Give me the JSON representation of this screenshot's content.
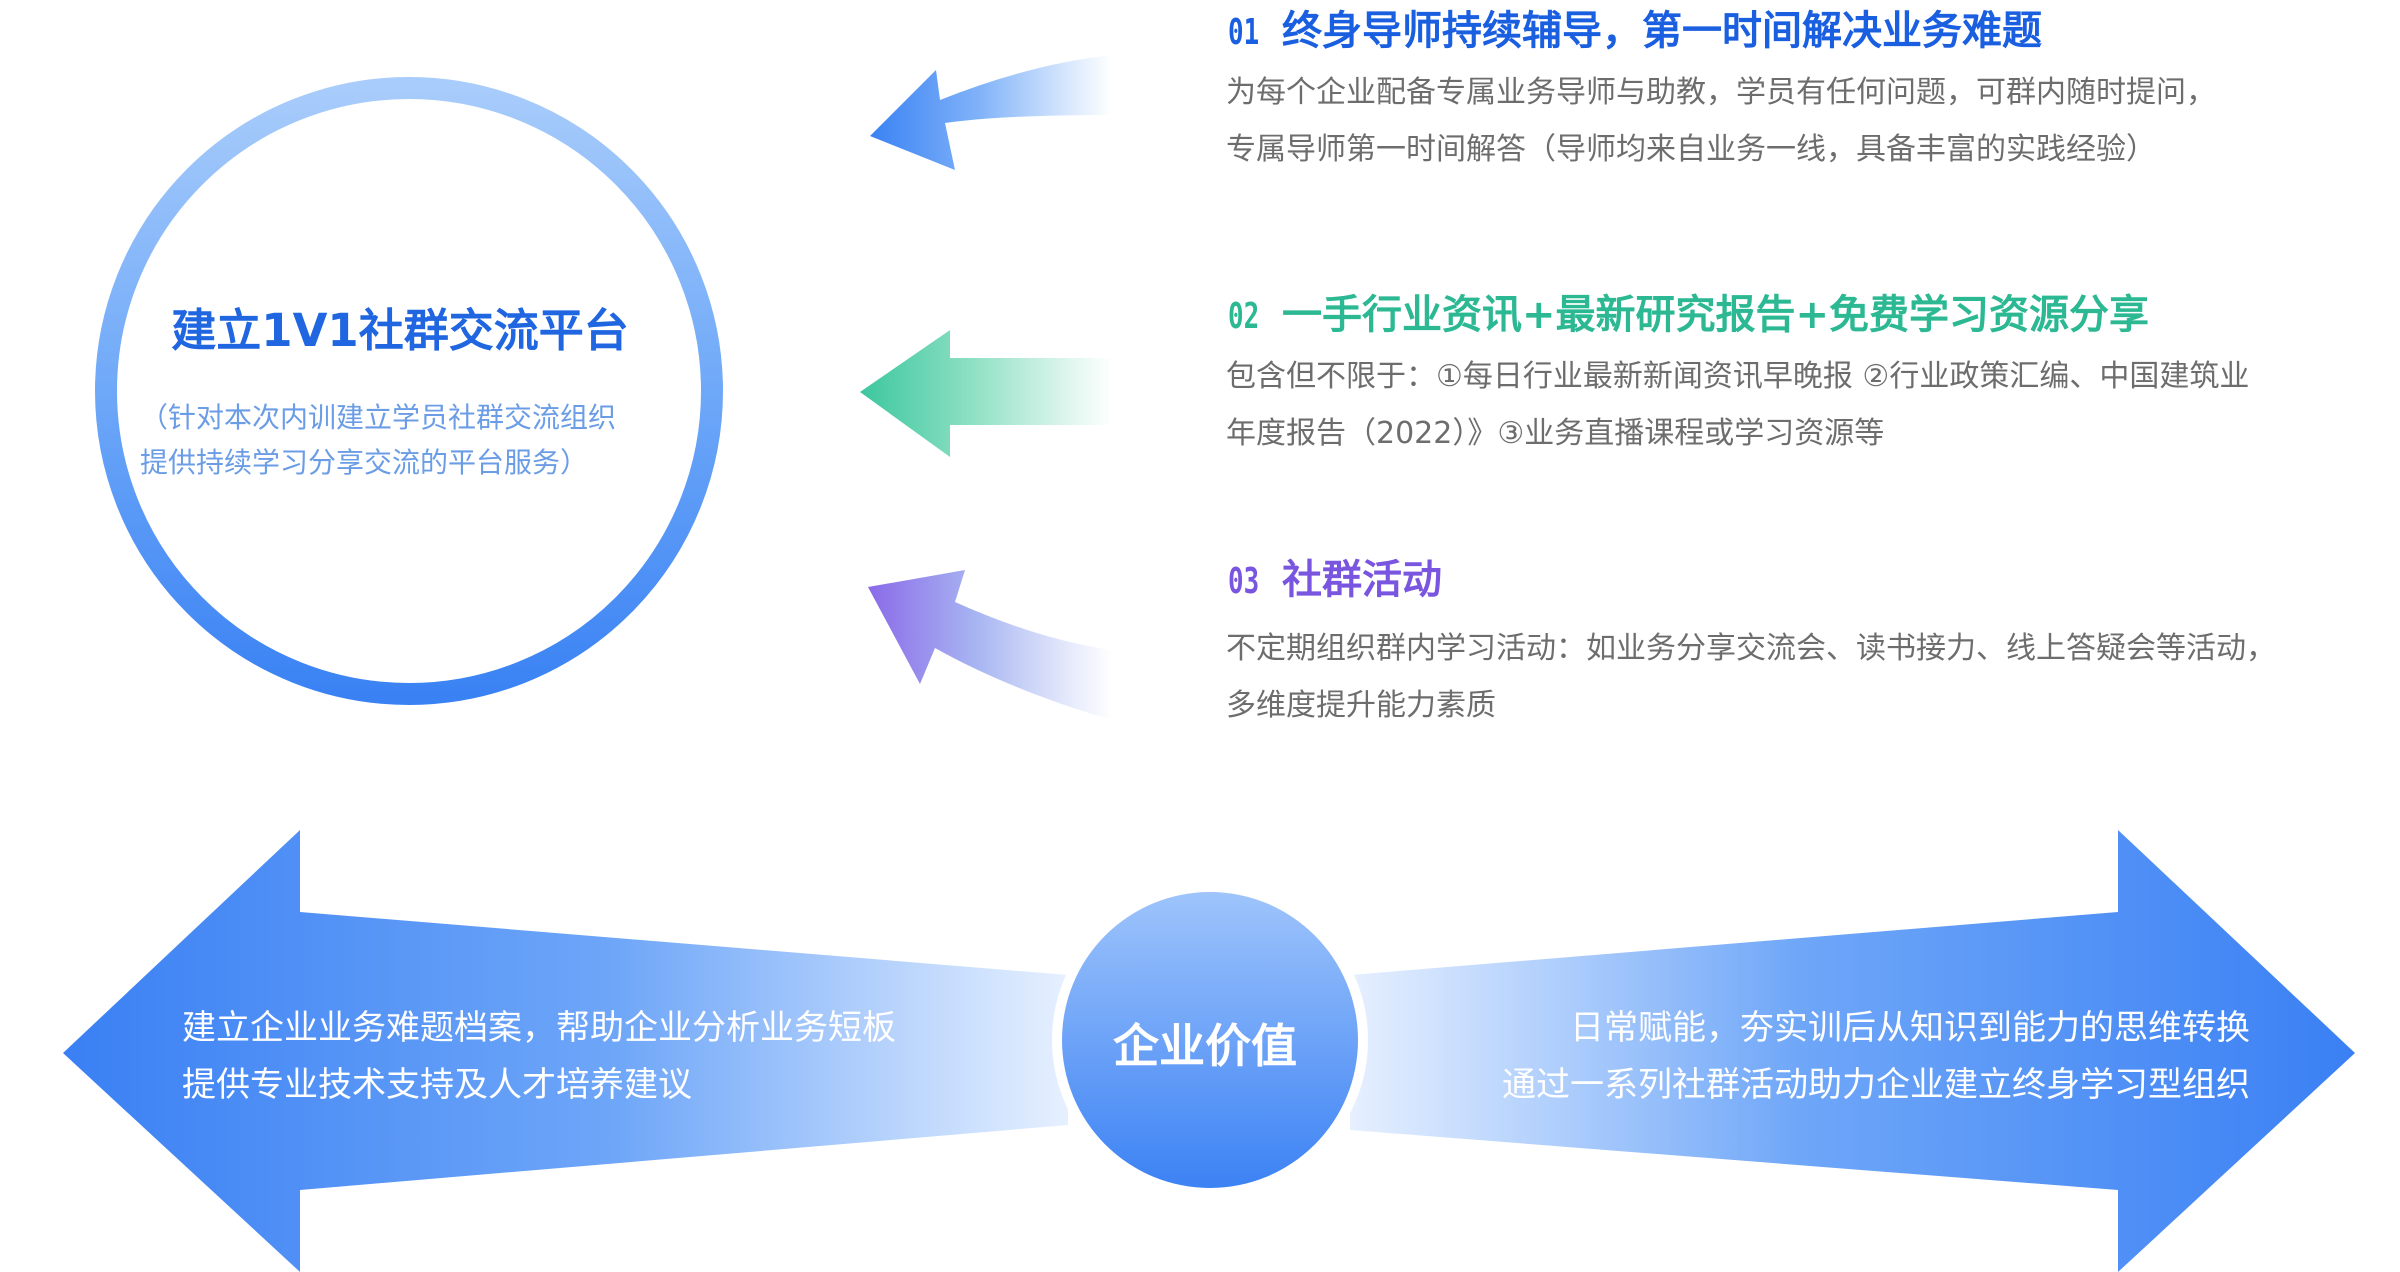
{
  "colors": {
    "feature1": "#1a5fe0",
    "feature2": "#2bb892",
    "feature3": "#7a55e0",
    "ring": "#4a8cf5",
    "arrow_blue": "#3f86f6"
  },
  "hub": {
    "title": "建立1V1社群交流平台",
    "subtitle_lines": [
      "（针对本次内训建立学员社群交流组织",
      "提供持续学习分享交流的平台服务）"
    ]
  },
  "features": [
    {
      "number": "01",
      "title": "终身导师持续辅导，第一时间解决业务难题",
      "desc_lines": [
        "为每个企业配备专属业务导师与助教，学员有任何问题，可群内随时提问，",
        "专属导师第一时间解答（导师均来自业务一线，具备丰富的实践经验）"
      ]
    },
    {
      "number": "02",
      "title": "一手行业资讯+最新研究报告+免费学习资源分享",
      "desc_lines": [
        "包含但不限于：①每日行业最新新闻资讯早晚报  ②行业政策汇编、中国建筑业",
        "年度报告（2022）》③业务直播课程或学习资源等"
      ]
    },
    {
      "number": "03",
      "title": "社群活动",
      "desc_lines": [
        "不定期组织群内学习活动：如业务分享交流会、读书接力、线上答疑会等活动，",
        "多维度提升能力素质"
      ]
    }
  ],
  "value": {
    "center_label": "企业价值",
    "left_lines": [
      "建立企业业务难题档案，帮助企业分析业务短板",
      "提供专业技术支持及人才培养建议"
    ],
    "right_lines": [
      "日常赋能，夯实训后从知识到能力的思维转换",
      "通过一系列社群活动助力企业建立终身学习型组织"
    ]
  }
}
